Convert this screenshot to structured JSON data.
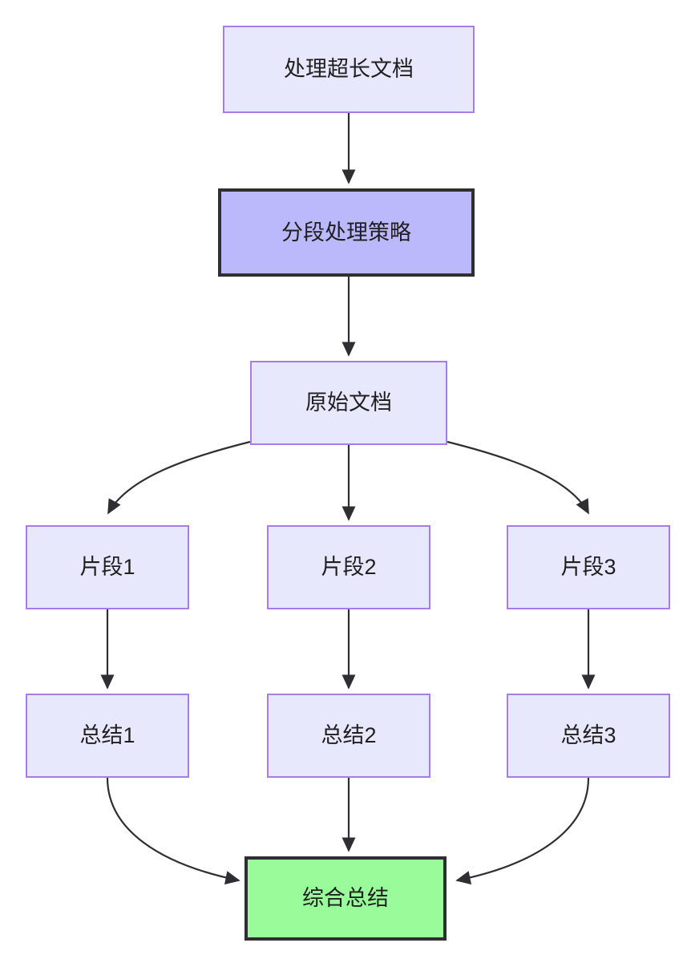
{
  "diagram": {
    "type": "flowchart",
    "direction": "top-down",
    "background_color": "#ffffff",
    "edge_color": "#2f2f33",
    "styles": {
      "light": {
        "fill": "#e8e8fd",
        "stroke": "#a57ce8",
        "text": "#1f1f20"
      },
      "strong": {
        "fill": "#bcb8fc",
        "stroke": "#2f2f33",
        "text": "#1f1f20"
      },
      "green": {
        "fill": "#99fb99",
        "stroke": "#2f2f33",
        "text": "#1f1f20"
      }
    },
    "nodes": [
      {
        "id": "root",
        "label": "处理超长文档",
        "style": "light"
      },
      {
        "id": "strategy",
        "label": "分段处理策略",
        "style": "strong"
      },
      {
        "id": "source",
        "label": "原始文档",
        "style": "light"
      },
      {
        "id": "chunk1",
        "label": "片段1",
        "style": "light"
      },
      {
        "id": "chunk2",
        "label": "片段2",
        "style": "light"
      },
      {
        "id": "chunk3",
        "label": "片段3",
        "style": "light"
      },
      {
        "id": "summary1",
        "label": "总结1",
        "style": "light"
      },
      {
        "id": "summary2",
        "label": "总结2",
        "style": "light"
      },
      {
        "id": "summary3",
        "label": "总结3",
        "style": "light"
      },
      {
        "id": "final",
        "label": "综合总结",
        "style": "green"
      }
    ],
    "edges": [
      {
        "from": "root",
        "to": "strategy",
        "shape": "straight",
        "arrow": "end"
      },
      {
        "from": "strategy",
        "to": "source",
        "shape": "straight",
        "arrow": "end"
      },
      {
        "from": "source",
        "to": "chunk1",
        "shape": "curved",
        "arrow": "end"
      },
      {
        "from": "source",
        "to": "chunk2",
        "shape": "straight",
        "arrow": "end"
      },
      {
        "from": "source",
        "to": "chunk3",
        "shape": "curved",
        "arrow": "end"
      },
      {
        "from": "chunk1",
        "to": "summary1",
        "shape": "straight",
        "arrow": "end"
      },
      {
        "from": "chunk2",
        "to": "summary2",
        "shape": "straight",
        "arrow": "end"
      },
      {
        "from": "chunk3",
        "to": "summary3",
        "shape": "straight",
        "arrow": "end"
      },
      {
        "from": "summary1",
        "to": "final",
        "shape": "curved",
        "arrow": "end"
      },
      {
        "from": "summary2",
        "to": "final",
        "shape": "straight",
        "arrow": "end"
      },
      {
        "from": "summary3",
        "to": "final",
        "shape": "curved",
        "arrow": "end"
      }
    ]
  }
}
